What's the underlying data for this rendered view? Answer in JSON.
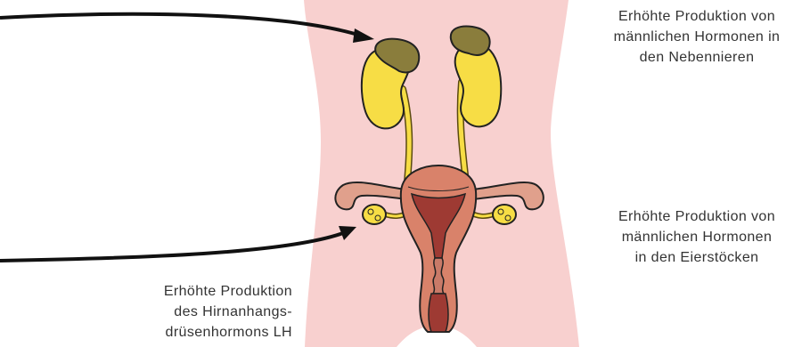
{
  "labels": {
    "adrenal": {
      "lines": [
        "Erhöhte Produktion von",
        "männlichen Hormonen in",
        "den Nebennieren"
      ]
    },
    "ovary": {
      "lines": [
        "Erhöhte Produktion von",
        "männlichen Hormonen",
        "in den Eierstöcken"
      ]
    },
    "pituitary": {
      "lines": [
        "Erhöhte Produktion",
        "des Hirnanhangs-",
        "drüsenhormons LH"
      ]
    }
  },
  "colors": {
    "body": "#f8d0cf",
    "kidney": "#f7dd45",
    "adrenal_gland": "#8a7d3c",
    "uterus": "#d9826a",
    "uterus_inner": "#9e3a33",
    "tube": "#e0a08c",
    "arrow": "#111111"
  },
  "icons": [
    "torso-silhouette",
    "kidney-icon",
    "adrenal-gland-icon",
    "uterus-icon",
    "ovary-icon",
    "arrow"
  ]
}
